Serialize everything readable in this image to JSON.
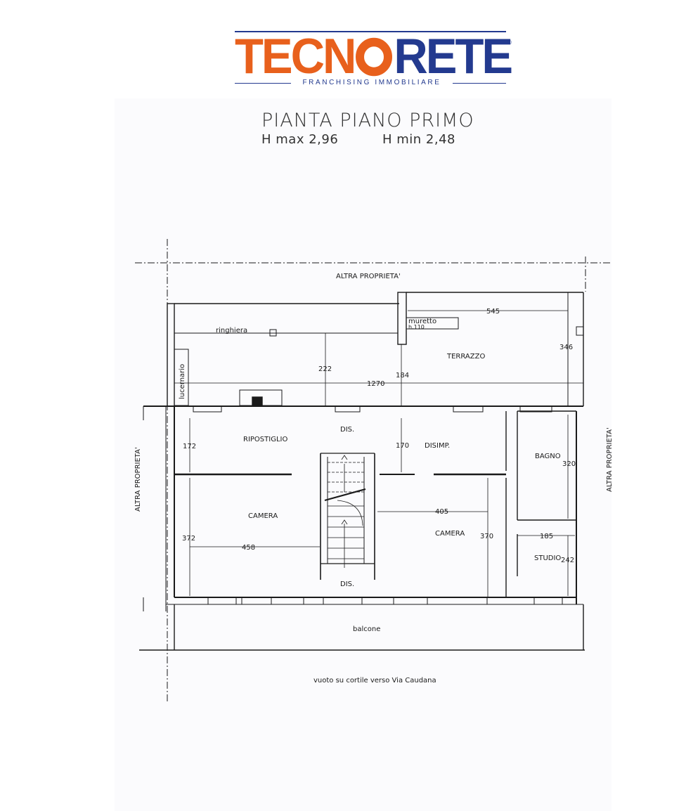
{
  "logo": {
    "word_part1": "TEC",
    "word_part2": "N",
    "word_part3": "RETE",
    "registered": "®",
    "tagline": "FRANCHISING IMMOBILIARE",
    "colors": {
      "orange": "#e8601c",
      "blue": "#233a8f"
    }
  },
  "plan": {
    "title": "PIANTA PIANO PRIMO",
    "h_max": "H max 2,96",
    "h_min": "H min 2,48",
    "labels": {
      "altra_top": "ALTRA PROPRIETA'",
      "altra_left": "ALTRA PROPRIETA'",
      "altra_right": "ALTRA PROPRIETA'",
      "ringhiera": "ringhiera",
      "muretto": "muretto",
      "muretto_h": "h.110",
      "terrazzo": "TERRAZZO",
      "lucernario": "lucernario",
      "ripostiglio": "RIPOSTIGLIO",
      "dis_top": "DIS.",
      "dis_bottom": "DIS.",
      "disimp": "DISIMP.",
      "bagno": "BAGNO",
      "camera_left": "CAMERA",
      "camera_right": "CAMERA",
      "studio": "STUDIO",
      "balcone": "balcone",
      "vuoto": "vuoto su cortile verso Via Caudana"
    },
    "dimensions": {
      "d545": "545",
      "d346": "346",
      "d222": "222",
      "d184": "184",
      "d1270": "1270",
      "d172": "172",
      "d170": "170",
      "d320": "320",
      "d405": "405",
      "d372": "372",
      "d458": "458",
      "d370": "370",
      "d185": "185",
      "d242": "242"
    }
  }
}
